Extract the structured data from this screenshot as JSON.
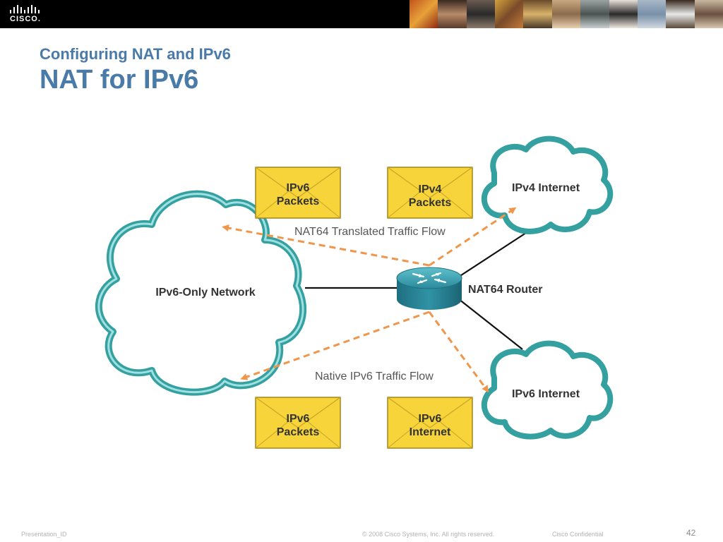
{
  "slide": {
    "subtitle": "Configuring NAT and IPv6",
    "title": "NAT for IPv6"
  },
  "header": {
    "logo_text": "CISCO."
  },
  "diagram": {
    "ipv6_only_network": "IPv6-Only Network",
    "ipv4_internet": "IPv4 Internet",
    "ipv6_internet": "IPv6 Internet",
    "router_label": "NAT64 Router",
    "translated_flow": "NAT64 Translated Traffic Flow",
    "native_flow": "Native IPv6 Traffic Flow",
    "envelopes": [
      {
        "line1": "IPv6",
        "line2": "Packets"
      },
      {
        "line1": "IPv4",
        "line2": "Packets"
      },
      {
        "line1": "IPv6",
        "line2": "Packets"
      },
      {
        "line1": "IPv6",
        "line2": "Internet"
      }
    ],
    "colors": {
      "cloud_outline": "#35a0a0",
      "flow_arrow": "#f0964a",
      "envelope_fill": "#f7d43a",
      "router": "#2a8a9c"
    }
  },
  "footer": {
    "presentation_id": "Presentation_ID",
    "copyright": "© 2008 Cisco Systems, Inc. All rights reserved.",
    "confidential": "Cisco Confidential",
    "page_number": "42"
  }
}
